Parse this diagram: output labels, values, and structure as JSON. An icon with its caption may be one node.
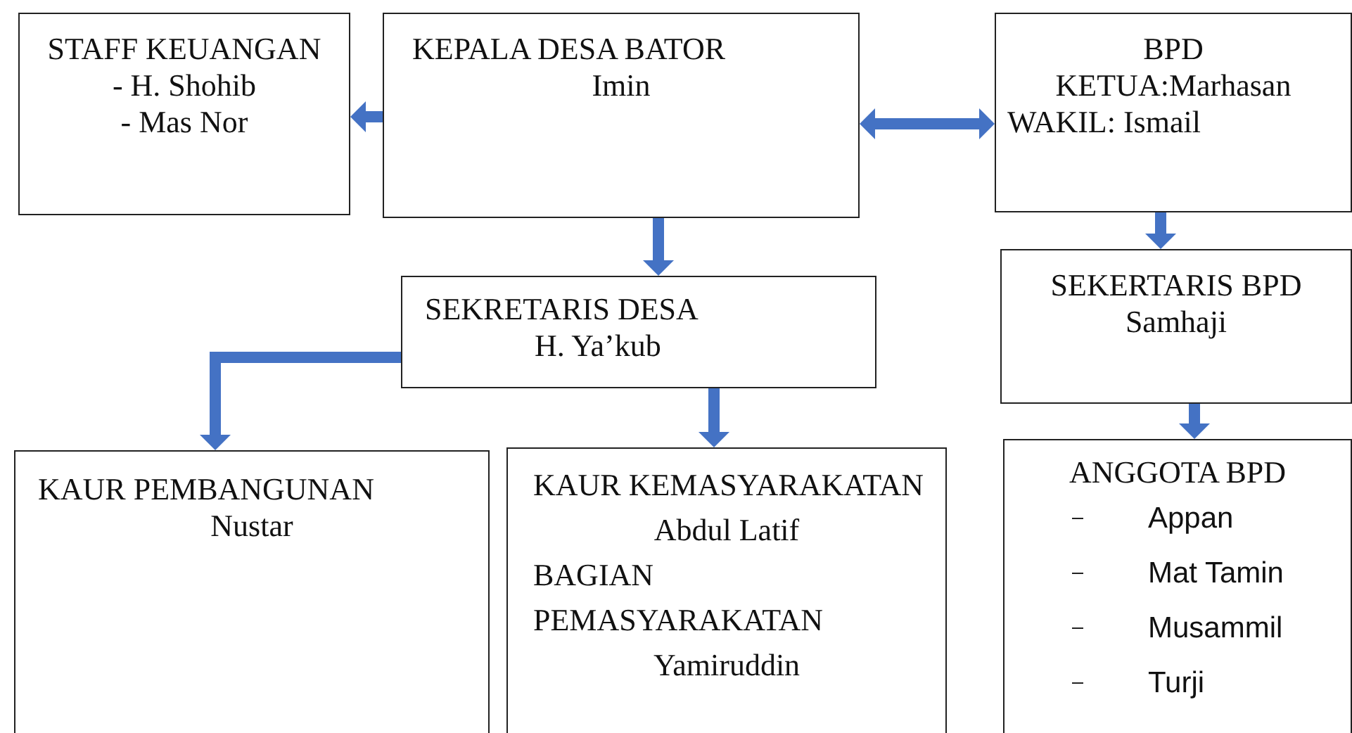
{
  "diagram": {
    "nodes": [
      {
        "text": [
          "STAFF KEUANGAN",
          "- H. Shohib",
          "- Mas Nor"
        ]
      },
      {
        "text": [
          "KEPALA DESA BATOR",
          "Imin"
        ]
      },
      {
        "text": [
          "BPD",
          "KETUA:Marhasan",
          "WAKIL: Ismail"
        ]
      },
      {
        "text": [
          "SEKRETARIS DESA",
          "H. Ya’kub"
        ]
      },
      {
        "text": [
          "SEKERTARIS BPD",
          "Samhaji"
        ]
      },
      {
        "text": [
          "KAUR PEMBANGUNAN",
          "Nustar"
        ]
      },
      {
        "text": [
          "KAUR KEMASYARAKATAN",
          "Abdul Latif",
          "BAGIAN PEMASYARAKATAN",
          "Yamiruddin"
        ]
      },
      {
        "text": [
          "ANGGOTA BPD",
          "Appan",
          "Mat Tamin",
          "Musammil",
          "Turji"
        ]
      }
    ],
    "edges": [
      {
        "from": 1,
        "to": 0,
        "arrow": "to"
      },
      {
        "from": 1,
        "to": 2,
        "arrow": "both"
      },
      {
        "from": 1,
        "to": 3,
        "arrow": "to"
      },
      {
        "from": 3,
        "to": 5,
        "arrow": "to"
      },
      {
        "from": 3,
        "to": 6,
        "arrow": "to"
      },
      {
        "from": 2,
        "to": 4,
        "arrow": "to"
      },
      {
        "from": 4,
        "to": 7,
        "arrow": "to"
      }
    ]
  }
}
